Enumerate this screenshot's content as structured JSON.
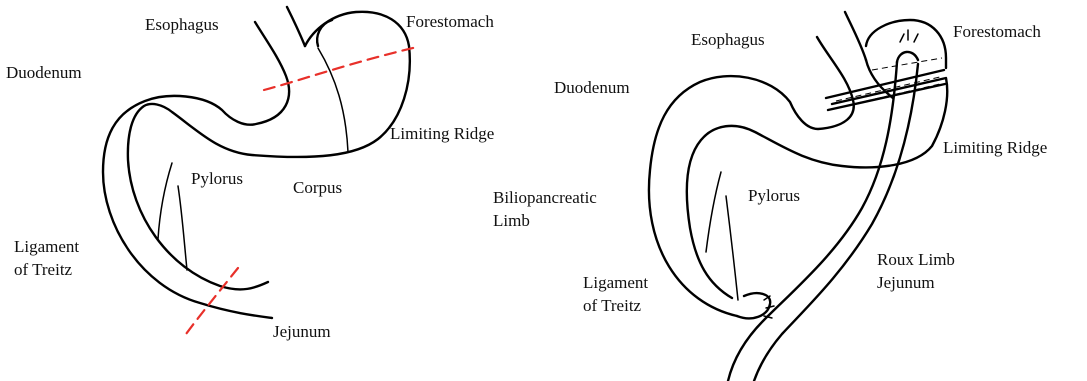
{
  "colors": {
    "line": "#000000",
    "cut_line": "#e8302a",
    "background": "#ffffff"
  },
  "left_diagram": {
    "labels": {
      "esophagus": "Esophagus",
      "forestomach": "Forestomach",
      "duodenum": "Duodenum",
      "limiting_ridge": "Limiting Ridge",
      "pylorus": "Pylorus",
      "corpus": "Corpus",
      "ligament_line1": "Ligament",
      "ligament_line2": "of  Treitz",
      "jejunum": "Jejunum"
    }
  },
  "right_diagram": {
    "labels": {
      "esophagus": "Esophagus",
      "forestomach": "Forestomach",
      "duodenum": "Duodenum",
      "limiting_ridge": "Limiting Ridge",
      "biliopancreatic_line1": "Biliopancreatic",
      "biliopancreatic_line2": "Limb",
      "pylorus": "Pylorus",
      "roux_line1": "Roux Limb",
      "roux_line2": "Jejunum",
      "ligament_line1": "Ligament",
      "ligament_line2": "of  Treitz"
    }
  }
}
